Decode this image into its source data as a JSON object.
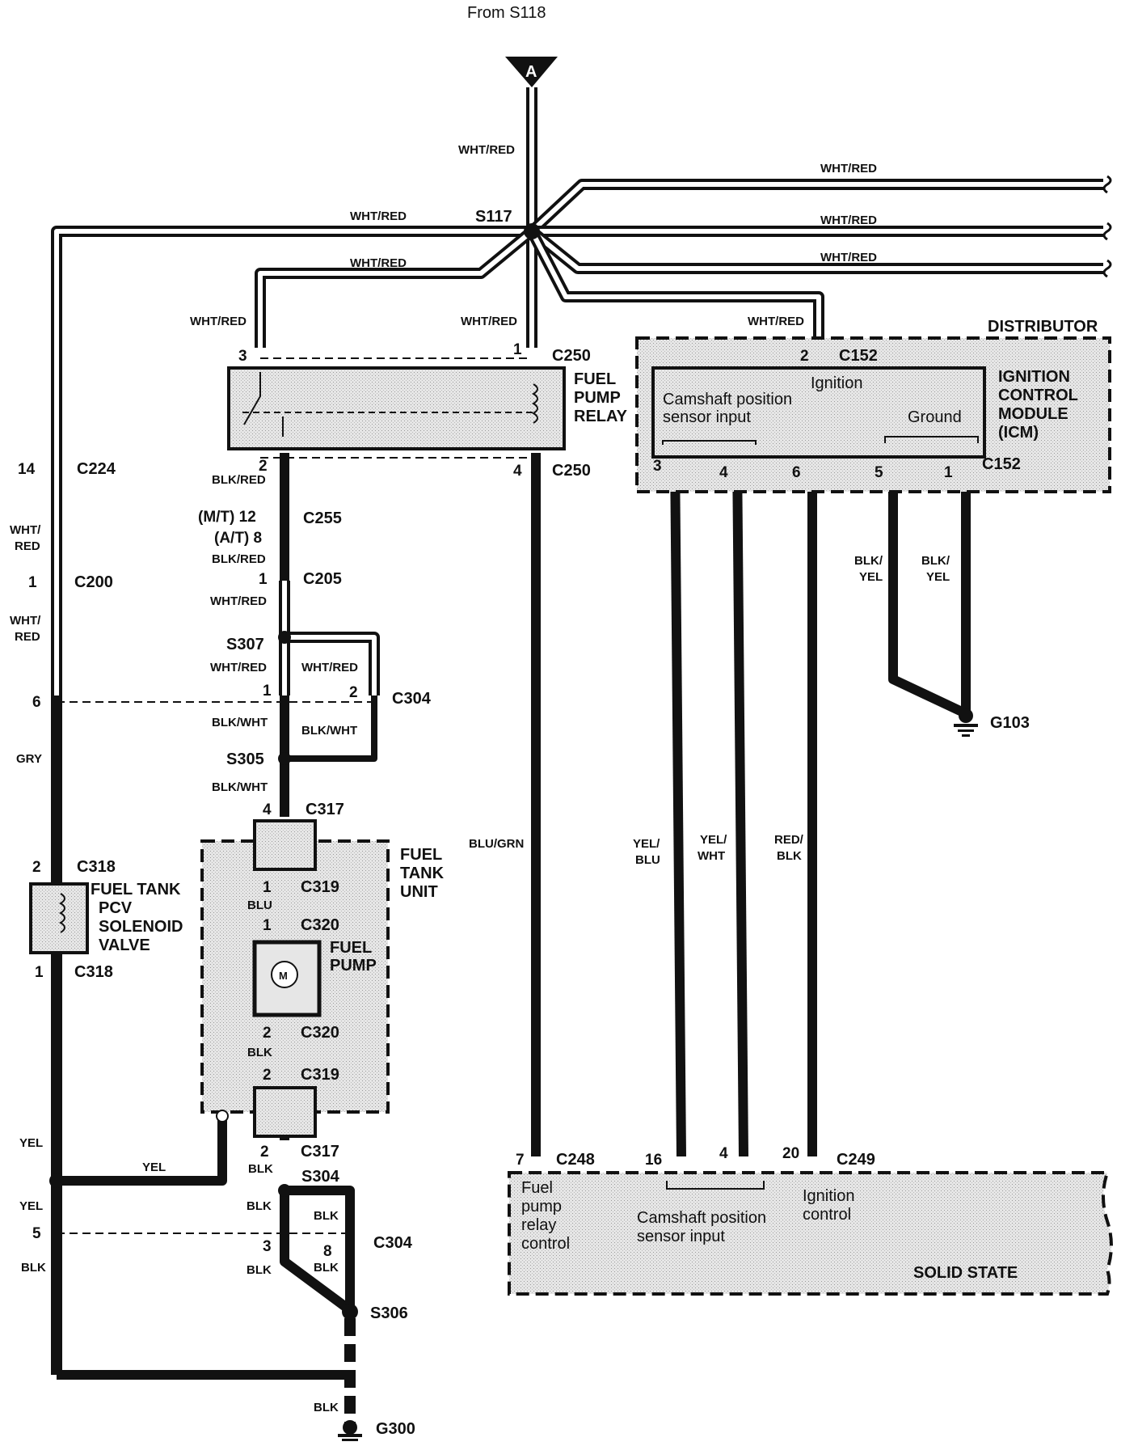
{
  "title_note": "From S118",
  "terminal_a": "A",
  "splices": {
    "s117": "S117",
    "s307": "S307",
    "s305": "S305",
    "s304": "S304",
    "s306": "S306"
  },
  "grounds": {
    "g103": "G103",
    "g300": "G300"
  },
  "components": {
    "fuel_pump_relay": [
      "FUEL",
      "PUMP",
      "RELAY"
    ],
    "distributor": "DISTRIBUTOR",
    "icm": [
      "IGNITION",
      "CONTROL",
      "MODULE",
      "(ICM)"
    ],
    "icm_inner": {
      "ignition": "Ignition",
      "cam_line1": "Camshaft position",
      "cam_line2": "sensor input",
      "ground": "Ground"
    },
    "fuel_tank_unit": [
      "FUEL",
      "TANK",
      "UNIT"
    ],
    "fuel_pump": [
      "FUEL",
      "PUMP"
    ],
    "motor_symbol": "M",
    "pcv_valve": [
      "FUEL TANK",
      "PCV",
      "SOLENOID",
      "VALVE"
    ],
    "solid_state": "SOLID STATE",
    "ecm_inputs": {
      "fuel_relay": [
        "Fuel",
        "pump",
        "relay",
        "control"
      ],
      "cam": [
        "Camshaft position",
        "sensor input"
      ],
      "ign": [
        "Ignition",
        "control"
      ]
    }
  },
  "connectors": {
    "c250_top": "C250",
    "c250_bot": "C250",
    "c152_top": "C152",
    "c152_bot": "C152",
    "c224": "C224",
    "c200": "C200",
    "c255": "C255",
    "c205": "C205",
    "c304_top": "C304",
    "c317_top": "C317",
    "c318_top": "C318",
    "c318_bot": "C318",
    "c319_top": "C319",
    "c320_top": "C320",
    "c320_bot": "C320",
    "c319_bot": "C319",
    "c317_bot": "C317",
    "c304_bot": "C304",
    "c248": "C248",
    "c249": "C249"
  },
  "pins": {
    "relay_3": "3",
    "relay_1": "1",
    "relay_2": "2",
    "relay_4": "4",
    "icm_2": "2",
    "icm_3": "3",
    "icm_4": "4",
    "icm_6": "6",
    "icm_5": "5",
    "icm_1": "1",
    "c224": "14",
    "c200": "1",
    "c255_mt": "(M/T) 12",
    "c255_at": "(A/T) 8",
    "c205": "1",
    "c304a_1": "1",
    "c304a_2": "2",
    "c304a_6": "6",
    "c317a": "4",
    "c318a": "2",
    "c318b": "1",
    "c319a": "1",
    "c320a": "1",
    "c320b": "2",
    "c319b": "2",
    "c317b": "2",
    "c304b_5": "5",
    "c304b_3": "3",
    "c304b_8": "8",
    "c248": "7",
    "c249_16": "16",
    "c249_4": "4",
    "c249_20": "20"
  },
  "wire_colors": {
    "main_feed": "WHT/RED",
    "left_branch": "WHT/RED",
    "relay_branch": "WHT/RED",
    "right_1": "WHT/RED",
    "right_2": "WHT/RED",
    "right_3": "WHT/RED",
    "icm_feed": "WHT/RED",
    "relay3_drop": "WHT/RED",
    "relay1_drop": "WHT/RED",
    "relay_out": "BLK/RED",
    "c255_out": "BLK/RED",
    "c205_out": "WHT/RED",
    "s307_left": "WHT/RED",
    "s307_right": "WHT/RED",
    "c304_out_left": "BLK/WHT",
    "c304_out_right": "BLK/WHT",
    "s305_out": "BLK/WHT",
    "c319_blu": "BLU",
    "c320_blk": "BLK",
    "c317_out": "BLK",
    "s304_left": "BLK",
    "s304_right": "BLK",
    "c304_l": "BLK",
    "c304_r": "BLK",
    "g300": "BLK",
    "blu_grn": "BLU/GRN",
    "yel_blu_1": "YEL/",
    "yel_blu_2": "BLU",
    "yel_wht_1": "YEL/",
    "yel_wht_2": "WHT",
    "red_blk_1": "RED/",
    "red_blk_2": "BLK",
    "blk_yel_a1": "BLK/",
    "blk_yel_a2": "YEL",
    "blk_yel_b1": "BLK/",
    "blk_yel_b2": "YEL",
    "left_c224_1": "WHT/",
    "left_c224_2": "RED",
    "left_c200_1": "WHT/",
    "left_c200_2": "RED",
    "gry": "GRY",
    "yel_top": "YEL",
    "yel_mid": "YEL",
    "yel_h": "YEL",
    "blk_left": "BLK"
  }
}
